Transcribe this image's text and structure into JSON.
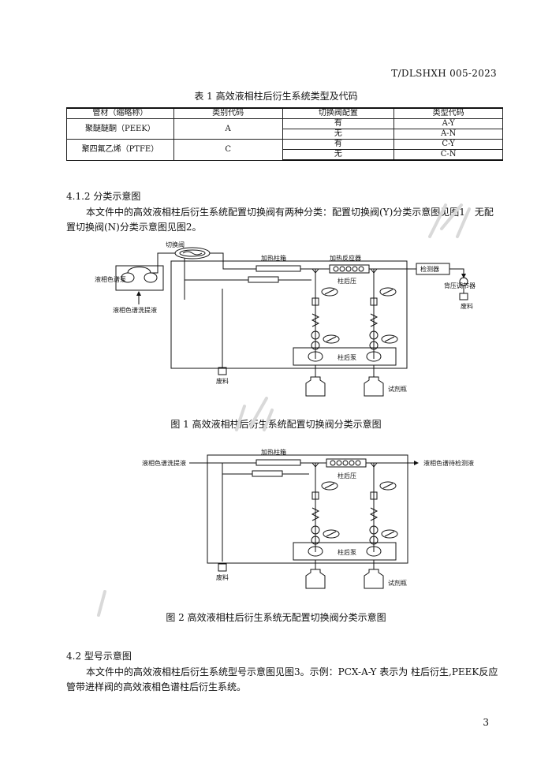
{
  "header": {
    "doc_code": "T/DLSHXH 005-2023"
  },
  "table1": {
    "title": "表 1   高效液相柱后衍生系统类型及代码",
    "headers": [
      "管材（缩略称）",
      "类别代码",
      "切换阀配置",
      "类型代码"
    ],
    "rows": [
      {
        "material": "聚醚醚酮（PEEK）",
        "category": "A",
        "valve": [
          "有",
          "无"
        ],
        "type": [
          "A-Y",
          "A-N"
        ]
      },
      {
        "material": "聚四氟乙烯（PTFE）",
        "category": "C",
        "valve": [
          "有",
          "无"
        ],
        "type": [
          "C-Y",
          "C-N"
        ]
      }
    ]
  },
  "section_4_1_2": {
    "heading": "4.1.2   分类示意图",
    "line1": "本文件中的高效液相柱后衍生系统配置切换阀有两种分类：配置切换阀(Y)分类示意图见图1，无配",
    "line2": "置切换阀(N)分类示意图见图2。"
  },
  "figure1": {
    "labels": {
      "valve": "切换阀",
      "heated_column_box": "加热柱箱",
      "heated_reactor": "加热反应器",
      "detector": "检测器",
      "hplc_pump": "液相色谱泵",
      "hplc_eluent": "液相色谱洗提液",
      "post_column_pressure": "柱后压",
      "back_pressure_regulator": "背压调节器",
      "waste_right": "废料",
      "waste_left": "废料",
      "post_column_pump": "柱后泵",
      "reagent_bottle": "试剂瓶"
    },
    "caption": "图 1   高效液相柱后衍生系统配置切换阀分类示意图"
  },
  "figure2": {
    "labels": {
      "heated_column_box": "加热柱箱",
      "hplc_eluent_in": "液相色谱洗提液",
      "hplc_to_detect": "液相色谱待检测液",
      "post_column_pressure": "柱后压",
      "post_column_pump": "柱后泵",
      "waste": "废料",
      "reagent_bottle": "试剂瓶"
    },
    "caption": "图 2   高效液相柱后衍生系统无配置切换阀分类示意图"
  },
  "section_4_2": {
    "heading": "4.2   型号示意图",
    "line1": "本文件中的高效液相柱后衍生系统型号示意图见图3。示例：PCX-A-Y 表示为 柱后衍生,PEEK反应",
    "line2": "管带进样阀的高效液相色谱柱后衍生系统。"
  },
  "footer": {
    "page_number": "3"
  }
}
